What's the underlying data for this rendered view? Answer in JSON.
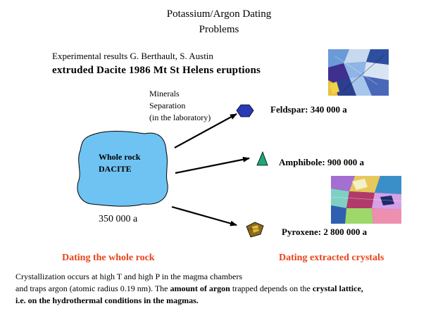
{
  "title": {
    "line1": "Potassium/Argon Dating",
    "line2": "Problems"
  },
  "experiment": {
    "line1": "Experimental results G. Berthault, S. Austin",
    "line2": "extruded Dacite 1986 Mt St Helens eruptions"
  },
  "separation": {
    "line1": "Minerals",
    "line2": "Separation",
    "line3": "(in the laboratory)"
  },
  "whole_rock": {
    "line1": "Whole rock",
    "line2": "DACITE",
    "age": "350 000 a"
  },
  "minerals": [
    {
      "label": "Feldspar: 340 000 a",
      "icon": "hexagon-icon",
      "color": "#2a39b8"
    },
    {
      "label": "Amphibole:  900 000 a",
      "icon": "triangle-icon",
      "color": "#1aa874"
    },
    {
      "label": "Pyroxene:  2 800 000 a",
      "icon": "crystal-icon",
      "color": "#8b6a1a"
    }
  ],
  "captions": {
    "left": "Dating the whole rock",
    "right": "Dating extracted crystals"
  },
  "footer": {
    "line1": "Crystallization occurs at high T and high P in the magma chambers",
    "line2_a": "and traps argon (atomic radius 0.19 nm). The ",
    "line2_b": "amount of argon",
    "line2_c": " trapped depends on the ",
    "line2_d": "crystal lattice,",
    "line3": "i.e. on the hydrothermal conditions in the magmas."
  },
  "colors": {
    "rock_fill": "#6ec3f2",
    "caption_red": "#e8431a"
  }
}
